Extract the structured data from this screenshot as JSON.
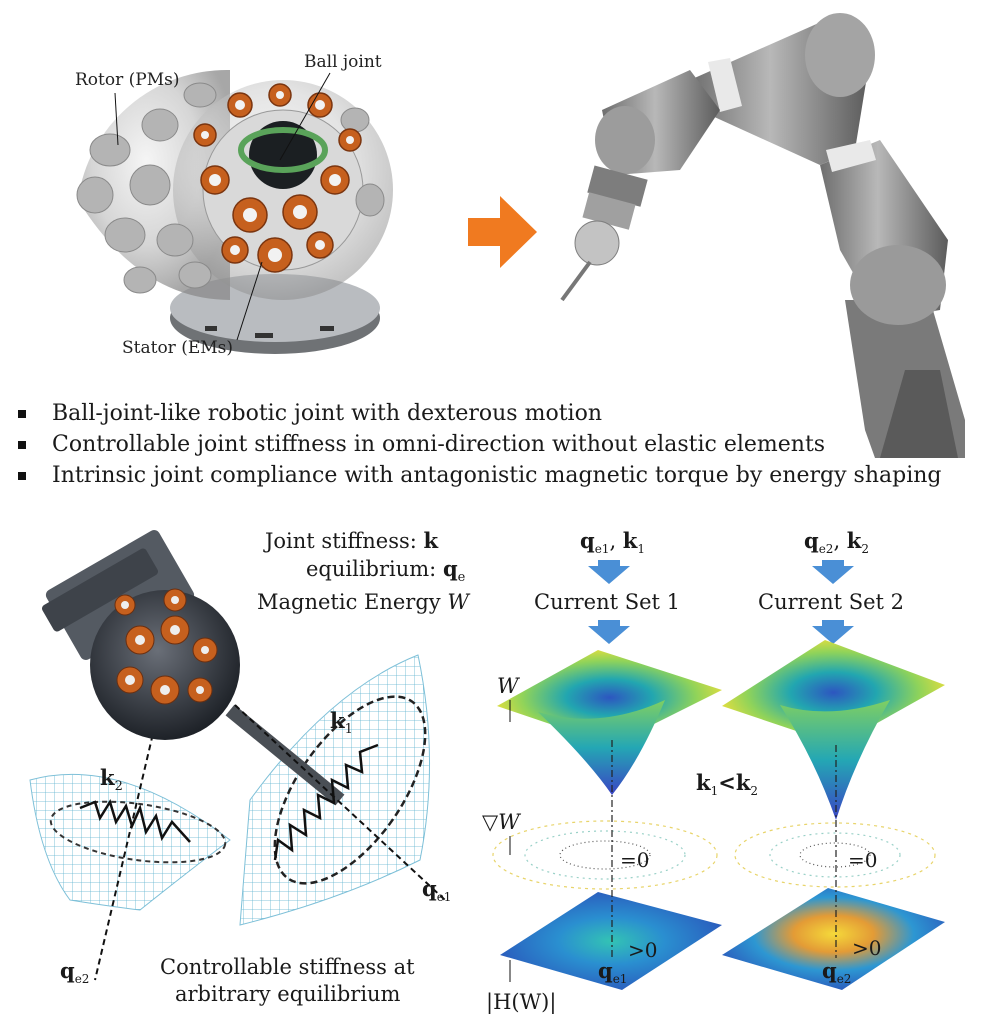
{
  "top_labels": {
    "rotor": "Rotor (PMs)",
    "ball_joint": "Ball joint",
    "stator": "Stator (EMs)"
  },
  "bullets": [
    "Ball-joint-like robotic joint with dexterous motion",
    "Controllable joint stiffness in omni-direction without elastic elements",
    "Intrinsic joint compliance with antagonistic magnetic torque by energy shaping"
  ],
  "bottom_left": {
    "stiffness_label": "Joint stiffness:",
    "stiffness_symbol": "k",
    "equilibrium_label": "equilibrium:",
    "equilibrium_symbol": "q",
    "equilibrium_sub": "e",
    "energy_label": "Magnetic Energy",
    "energy_symbol": "W",
    "k1": "k",
    "k1_sub": "1",
    "k2": "k",
    "k2_sub": "2",
    "qe1": "q",
    "qe1_sub": "e1",
    "qe2": "q",
    "qe2_sub": "e2",
    "caption_line1": "Controllable stiffness at",
    "caption_line2": "arbitrary equilibrium"
  },
  "bottom_right": {
    "col1_head_q": "q",
    "col1_head_q_sub": "e1",
    "col1_head_k": "k",
    "col1_head_k_sub": "1",
    "col2_head_q": "q",
    "col2_head_q_sub": "e2",
    "col2_head_k": "k",
    "col2_head_k_sub": "2",
    "sep": ", ",
    "current1": "Current  Set 1",
    "current2": "Current  Set 2",
    "w_label": "W",
    "grad_label": "▽W",
    "eq_zero": "=0",
    "gt_zero": ">0",
    "k_compare_a": "k",
    "k_compare_a_sub": "1",
    "k_compare_lt": "<",
    "k_compare_b": "k",
    "k_compare_b_sub": "2",
    "hessian_label": "|H(W)|",
    "qe1": "q",
    "qe1_sub": "e1",
    "qe2": "q",
    "qe2_sub": "e2"
  },
  "colors": {
    "arrow_orange": "#f07a20",
    "arrow_blue": "#4a8fd6",
    "surface_top": "#f3e03a",
    "surface_mid": "#29b0a0",
    "surface_bottom": "#2b4fb8",
    "robot_gray": "#8c8c8c",
    "coil_copper": "#c6601e"
  }
}
